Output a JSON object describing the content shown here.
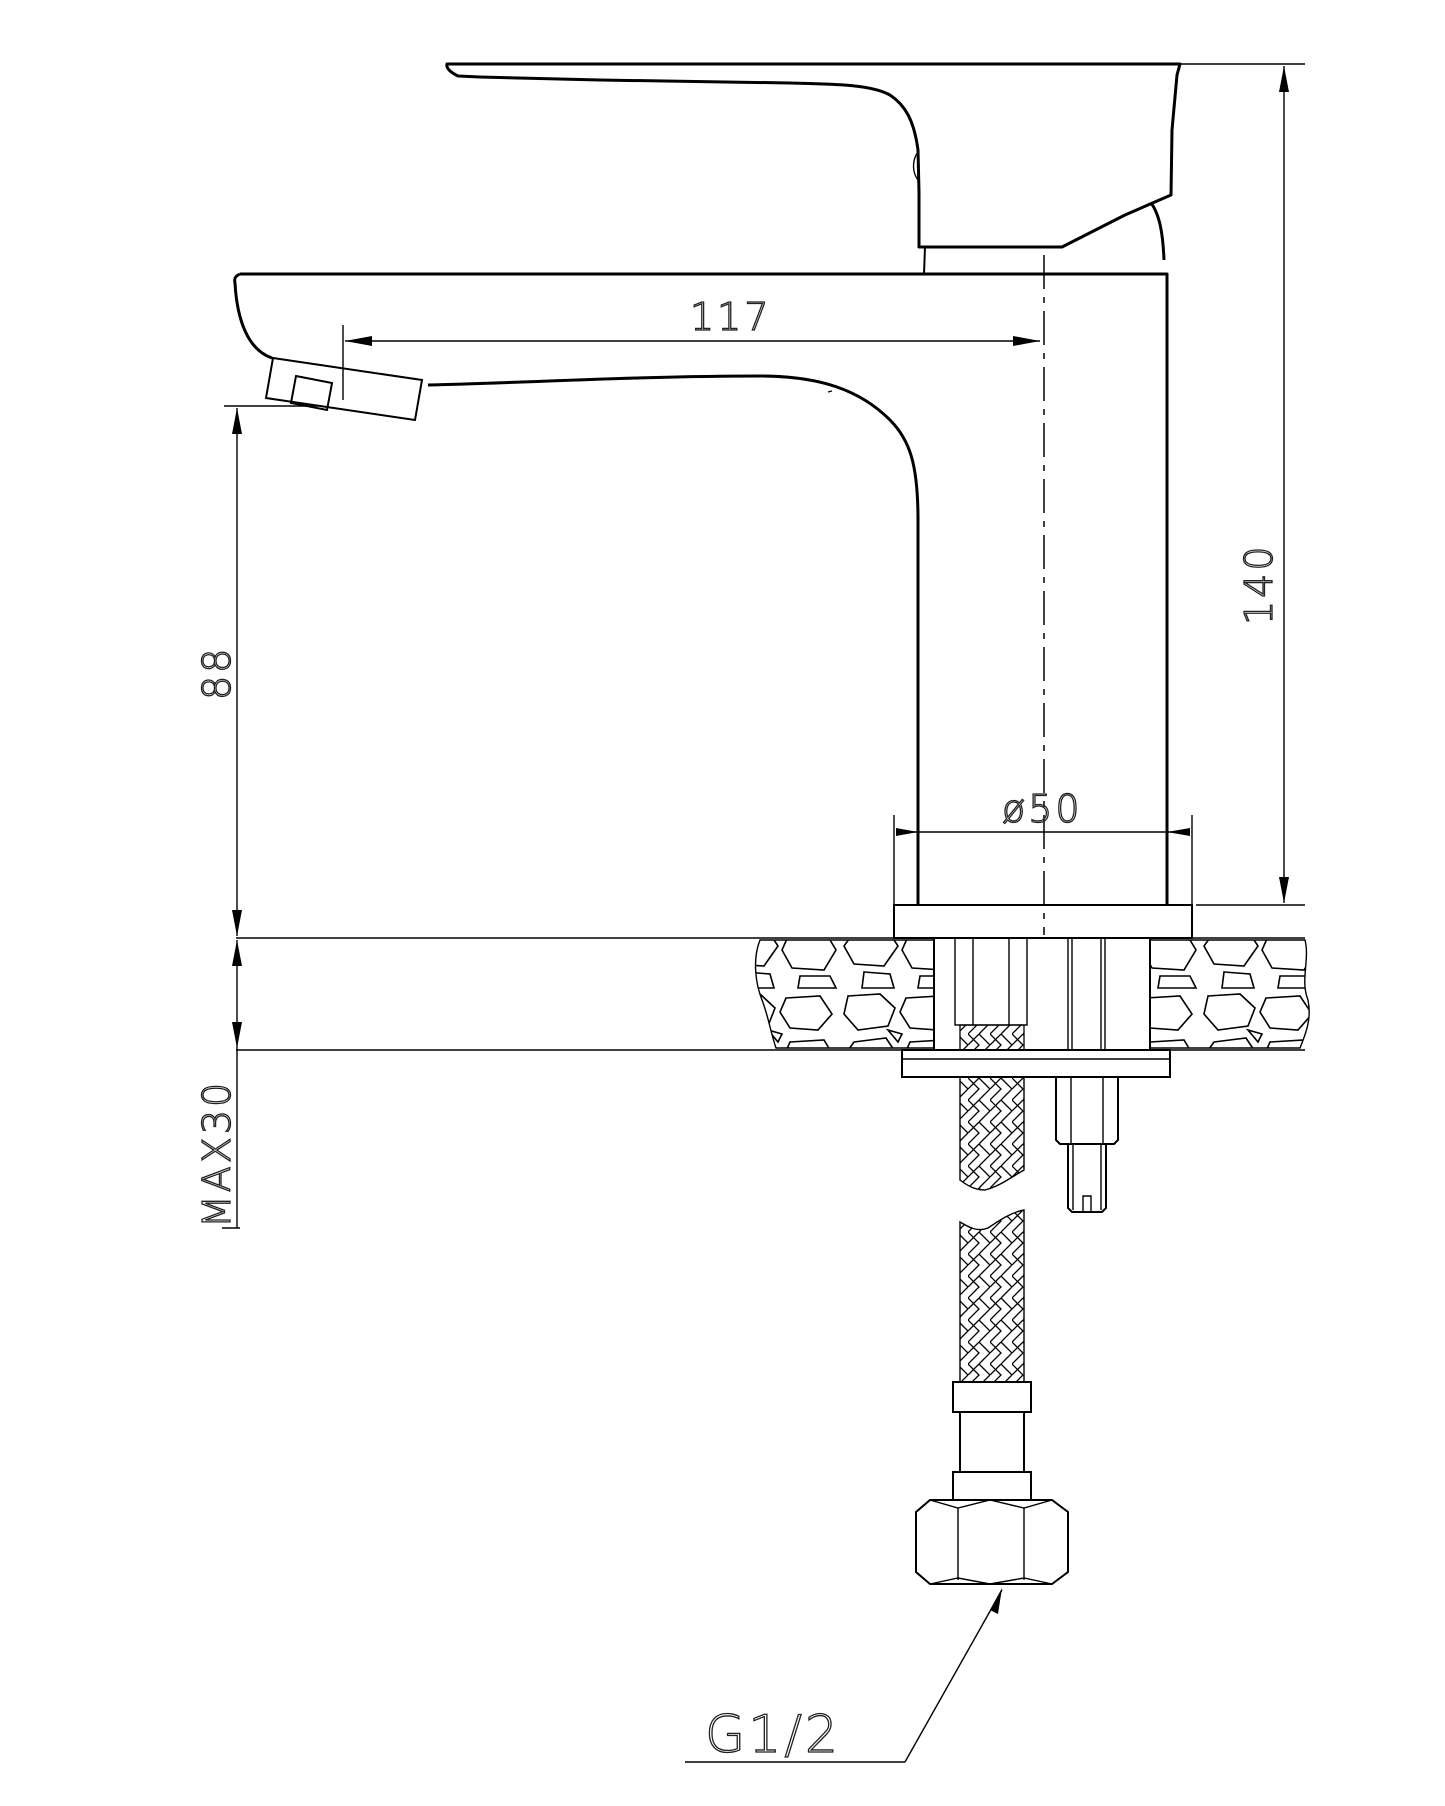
{
  "drawing": {
    "subject": "single-lever basin mixer tap, side elevation",
    "stroke_color": "#000000",
    "background_color": "#ffffff"
  },
  "dimensions": {
    "spout_reach": {
      "value": "117",
      "orientation": "horizontal"
    },
    "overall_height": {
      "value": "140",
      "orientation": "vertical"
    },
    "spout_height": {
      "value": "88",
      "orientation": "vertical"
    },
    "base_diameter": {
      "value": "ø50",
      "orientation": "horizontal"
    },
    "max_deck_thickness": {
      "value": "MAX30",
      "orientation": "vertical"
    }
  },
  "callouts": {
    "inlet_thread": {
      "label": "G1/2"
    }
  },
  "components": [
    "lever-handle",
    "spout",
    "aerator",
    "body",
    "base-flange",
    "countertop-section",
    "mounting-plate",
    "flexible-hose",
    "threaded-stud",
    "hose-nut"
  ]
}
